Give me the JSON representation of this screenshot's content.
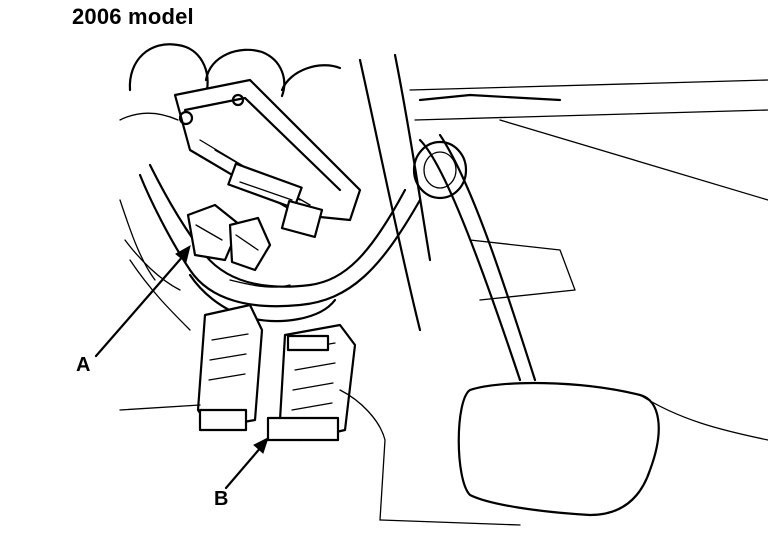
{
  "title": "2006 model",
  "callouts": [
    {
      "id": "A",
      "label": "A"
    },
    {
      "id": "B",
      "label": "B"
    }
  ],
  "colors": {
    "line": "#000000",
    "background": "#ffffff"
  }
}
